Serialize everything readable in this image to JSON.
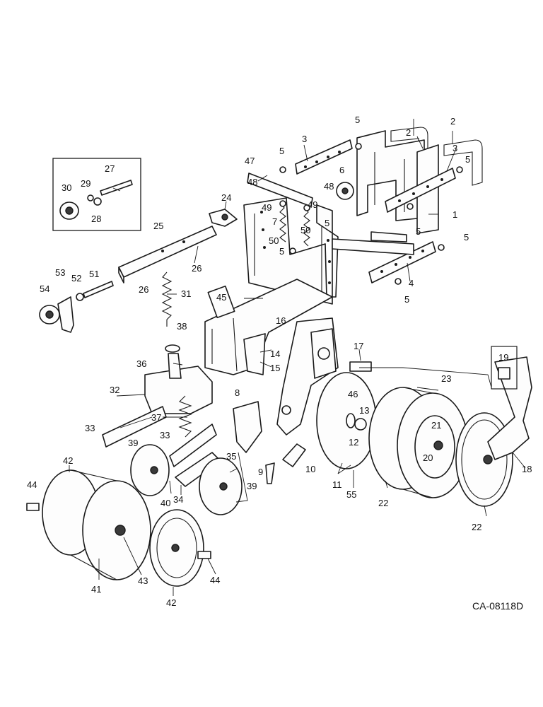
{
  "diagram": {
    "document_code": "CA-08118D",
    "callouts": [
      "1",
      "2",
      "2",
      "3",
      "3",
      "4",
      "5",
      "5",
      "5",
      "5",
      "5",
      "5",
      "5",
      "5",
      "6",
      "7",
      "8",
      "9",
      "10",
      "11",
      "12",
      "13",
      "14",
      "15",
      "16",
      "17",
      "18",
      "19",
      "20",
      "21",
      "22",
      "22",
      "23",
      "24",
      "25",
      "26",
      "26",
      "27",
      "28",
      "29",
      "30",
      "31",
      "32",
      "33",
      "33",
      "34",
      "35",
      "36",
      "37",
      "38",
      "39",
      "39",
      "40",
      "41",
      "42",
      "42",
      "43",
      "44",
      "44",
      "45",
      "46",
      "47",
      "48",
      "48",
      "49",
      "49",
      "50",
      "50",
      "51",
      "52",
      "53",
      "54",
      "55"
    ]
  }
}
